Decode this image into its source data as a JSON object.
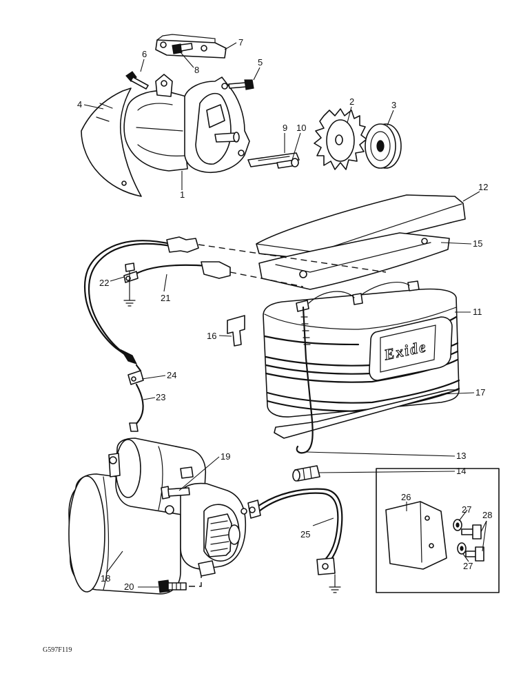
{
  "callouts": [
    {
      "id": "c1",
      "label": "1"
    },
    {
      "id": "c2",
      "label": "2"
    },
    {
      "id": "c3",
      "label": "3"
    },
    {
      "id": "c4",
      "label": "4"
    },
    {
      "id": "c5",
      "label": "5"
    },
    {
      "id": "c6",
      "label": "6"
    },
    {
      "id": "c7",
      "label": "7"
    },
    {
      "id": "c8",
      "label": "8"
    },
    {
      "id": "c9",
      "label": "9"
    },
    {
      "id": "c10",
      "label": "10"
    },
    {
      "id": "c11",
      "label": "11"
    },
    {
      "id": "c12",
      "label": "12"
    },
    {
      "id": "c13",
      "label": "13"
    },
    {
      "id": "c14",
      "label": "14"
    },
    {
      "id": "c15",
      "label": "15"
    },
    {
      "id": "c16",
      "label": "16"
    },
    {
      "id": "c17",
      "label": "17"
    },
    {
      "id": "c18",
      "label": "18"
    },
    {
      "id": "c19",
      "label": "19"
    },
    {
      "id": "c20",
      "label": "20"
    },
    {
      "id": "c21",
      "label": "21"
    },
    {
      "id": "c22",
      "label": "22"
    },
    {
      "id": "c23",
      "label": "23"
    },
    {
      "id": "c24",
      "label": "24"
    },
    {
      "id": "c25",
      "label": "25"
    },
    {
      "id": "c26",
      "label": "26"
    },
    {
      "id": "c27a",
      "label": "27"
    },
    {
      "id": "c27b",
      "label": "27"
    },
    {
      "id": "c28",
      "label": "28"
    }
  ],
  "battery_brand": "Exide",
  "figure_code": "G597F119"
}
